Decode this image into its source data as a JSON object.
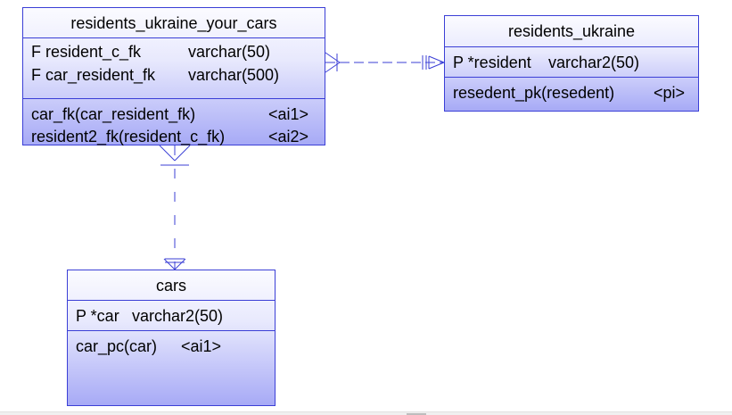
{
  "diagram": {
    "entities": {
      "residents_ukraine_your_cars": {
        "title": "residents_ukraine_your_cars",
        "attributes": [
          {
            "prefix_name": "F resident_c_fk",
            "type": "varchar(50)"
          },
          {
            "prefix_name": "F car_resident_fk",
            "type": "varchar(500)"
          }
        ],
        "keys": [
          {
            "name": "car_fk(car_resident_fk)",
            "tag": "<ai1>"
          },
          {
            "name": "resident2_fk(resident_c_fk)",
            "tag": "<ai2>"
          }
        ]
      },
      "residents_ukraine": {
        "title": "residents_ukraine",
        "attributes": [
          {
            "prefix_name": "P *resident",
            "type": "varchar2(50)"
          }
        ],
        "keys": [
          {
            "name": "resedent_pk(resedent)",
            "tag": "<pi>"
          }
        ]
      },
      "cars": {
        "title": "cars",
        "attributes": [
          {
            "prefix_name": "P *car",
            "type": "varchar2(50)"
          }
        ],
        "keys": [
          {
            "name": "car_pc(car)",
            "tag": "<ai1>"
          }
        ]
      }
    },
    "relationships": [
      {
        "from": "residents_ukraine_your_cars",
        "to": "residents_ukraine",
        "from_cardinality": "one-or-many",
        "to_cardinality": "exactly-one",
        "line_style": "dashed"
      },
      {
        "from": "residents_ukraine_your_cars",
        "to": "cars",
        "from_cardinality": "one-or-many",
        "to_cardinality": "exactly-one",
        "line_style": "dashed"
      }
    ],
    "colors": {
      "border": "#3b3fd6",
      "line": "#3b3fd6",
      "fill_top": "#fbfbff",
      "fill_bottom": "#a7aaf6"
    }
  }
}
